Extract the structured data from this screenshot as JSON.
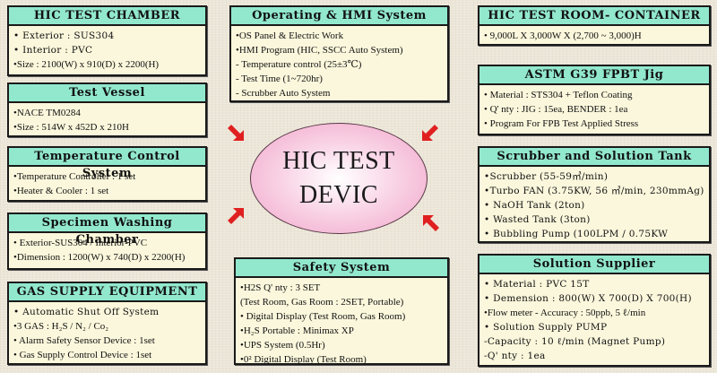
{
  "center": {
    "line1": "HIC TEST",
    "line2": "DEVIC"
  },
  "colors": {
    "header_bg": "#92e8cd",
    "body_bg": "#fbf7dc",
    "ellipse": "#f0a4c8",
    "arrow": "#e02020",
    "page_bg": "#ece6d8"
  },
  "boxes": {
    "chamber": {
      "title": "HIC TEST CHAMBER",
      "items": [
        "• Exterior : SUS304",
        "• Interior : PVC",
        "•Size : 2100(W) x 910(D) x 2200(H)"
      ]
    },
    "vessel": {
      "title": "Test Vessel",
      "items": [
        "•NACE TM0284",
        "•Size : 514W x 452D x 210H"
      ]
    },
    "temperature": {
      "title": "Temperature Control System",
      "items": [
        "•Temperature Controller : 1 set",
        "•Heater & Cooler : 1 set"
      ]
    },
    "washing": {
      "title": "Specimen Washing Chamber",
      "items": [
        "• Exterior-SUS304 / Interior-PVC",
        "•Dimension : 1200(W) x 740(D) x 2200(H)"
      ]
    },
    "gas": {
      "title": "GAS SUPPLY EQUIPMENT",
      "items": [
        "• Automatic Shut Off System",
        "•3 GAS : H₂S / N₂ / Co₂",
        "• Alarm Safety Sensor Device : 1set",
        "• Gas Supply Control Device : 1set"
      ]
    },
    "hmi": {
      "title": "Operating & HMI System",
      "items": [
        "•OS Panel & Electric Work",
        "•HMI Program (HIC, SSCC Auto System)",
        " - Temperature control (25±3℃)",
        " - Test Time (1~720hr)",
        " - Scrubber Auto System"
      ]
    },
    "safety": {
      "title": "Safety System",
      "items": [
        "•H2S Q' nty : 3 SET",
        " (Test Room, Gas Room : 2SET, Portable)",
        "• Digital Display (Test Room, Gas Room)",
        "•H₂S Portable : Minimax XP",
        "•UPS System (0.5Hr)",
        "•0² Digital Display (Test Room)"
      ]
    },
    "room": {
      "title": "HIC TEST ROOM- CONTAINER",
      "items": [
        "• 9,000L X 3,000W X (2,700 ~ 3,000)H"
      ]
    },
    "astm": {
      "title": "ASTM G39 FPBT Jig",
      "items": [
        "• Material : STS304 + Teflon Coating",
        "• Q' nty : JIG : 15ea, BENDER : 1ea",
        "• Program For FPB Test Applied Stress"
      ]
    },
    "scrubber": {
      "title": "Scrubber and  Solution Tank",
      "items": [
        "•Scrubber (55-59㎥/min)",
        "•Turbo FAN (3.75KW, 56 ㎥/min, 230mmAg)",
        "• NaOH Tank (2ton)",
        "• Wasted Tank (3ton)",
        "• Bubbling Pump (100LPM / 0.75KW"
      ]
    },
    "supplier": {
      "title": "Solution Supplier",
      "items": [
        "• Material : PVC 15T",
        "• Demension : 800(W) X 700(D) X 700(H)",
        "•Flow meter - Accuracy : 50ppb, 5 ℓ/min",
        "• Solution Supply PUMP",
        " -Capacity : 10 ℓ/min (Magnet Pump)",
        " -Q' nty : 1ea"
      ]
    }
  }
}
